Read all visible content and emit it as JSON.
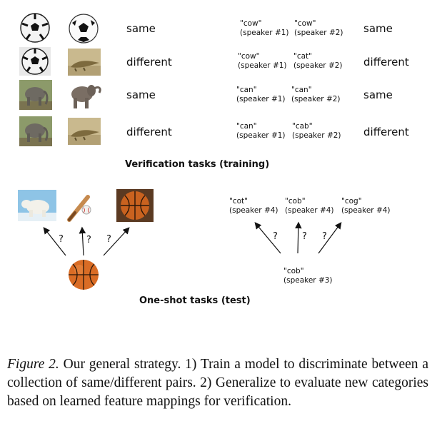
{
  "training": {
    "rows": [
      {
        "image_pair": [
          "soccer-ball-image",
          "soccer-ball-image"
        ],
        "image_label": "same",
        "speaker_a_word": "\"cow\"",
        "speaker_a_id": "(speaker #1)",
        "speaker_b_word": "\"cow\"",
        "speaker_b_id": "(speaker #2)",
        "speech_label": "same"
      },
      {
        "image_pair": [
          "soccer-ball-image",
          "crocodile-image"
        ],
        "image_label": "different",
        "speaker_a_word": "\"cow\"",
        "speaker_a_id": "(speaker #1)",
        "speaker_b_word": "\"cat\"",
        "speaker_b_id": "(speaker #2)",
        "speech_label": "different"
      },
      {
        "image_pair": [
          "elephant-image",
          "elephant-image"
        ],
        "image_label": "same",
        "speaker_a_word": "\"can\"",
        "speaker_a_id": "(speaker #1)",
        "speaker_b_word": "\"can\"",
        "speaker_b_id": "(speaker #2)",
        "speech_label": "same"
      },
      {
        "image_pair": [
          "elephant-image",
          "crocodile-image"
        ],
        "image_label": "different",
        "speaker_a_word": "\"can\"",
        "speaker_a_id": "(speaker #1)",
        "speaker_b_word": "\"cab\"",
        "speaker_b_id": "(speaker #2)",
        "speech_label": "different"
      }
    ],
    "title": "Verification tasks (training)"
  },
  "test": {
    "candidate_images": [
      "polar-bear-image",
      "baseball-bat-image",
      "basketball-image"
    ],
    "query_image": "basketball-image",
    "candidate_words": [
      {
        "word": "\"cot\"",
        "speaker": "(speaker #4)"
      },
      {
        "word": "\"cob\"",
        "speaker": "(speaker #4)"
      },
      {
        "word": "\"cog\"",
        "speaker": "(speaker #4)"
      }
    ],
    "query_word": {
      "word": "\"cob\"",
      "speaker": "(speaker #3)"
    },
    "question_mark": "?",
    "title": "One-shot tasks (test)"
  },
  "caption": {
    "label": "Figure 2.",
    "text": " Our general strategy.  1) Train a model to discriminate between a collection of same/different pairs.  2) Generalize to evaluate new categories based on learned feature mappings for verification."
  }
}
